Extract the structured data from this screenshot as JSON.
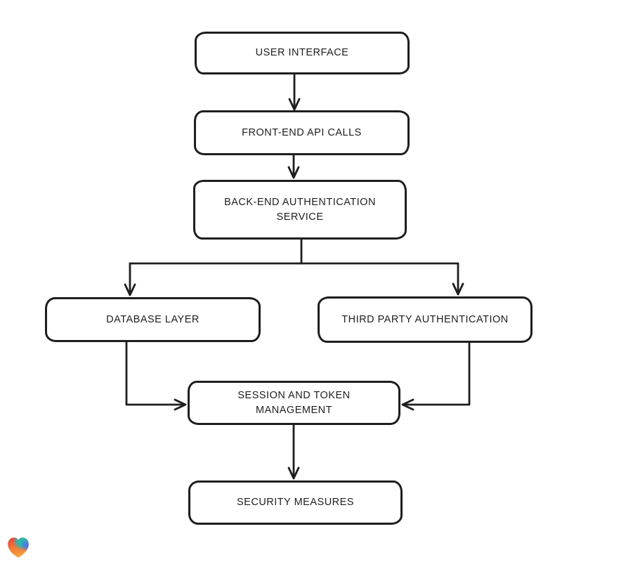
{
  "diagram": {
    "style": {
      "background": "#ffffff",
      "stroke_color": "#1e1e1e",
      "node_fill": "#ffffff"
    },
    "nodes": [
      {
        "id": "user-interface",
        "label": "USER INTERFACE"
      },
      {
        "id": "front-end-api-calls",
        "label": "FRONT-END API CALLS"
      },
      {
        "id": "back-end-auth-service",
        "label": "BACK-END AUTHENTICATION SERVICE"
      },
      {
        "id": "database-layer",
        "label": "DATABASE LAYER"
      },
      {
        "id": "third-party-authentication",
        "label": "THIRD PARTY AUTHENTICATION"
      },
      {
        "id": "session-token-management",
        "label": "SESSION AND TOKEN MANAGEMENT"
      },
      {
        "id": "security-measures",
        "label": "SECURITY MEASURES"
      }
    ],
    "edges": [
      {
        "from": "user-interface",
        "to": "front-end-api-calls"
      },
      {
        "from": "front-end-api-calls",
        "to": "back-end-auth-service"
      },
      {
        "from": "back-end-auth-service",
        "to": "database-layer"
      },
      {
        "from": "back-end-auth-service",
        "to": "third-party-authentication"
      },
      {
        "from": "database-layer",
        "to": "session-token-management"
      },
      {
        "from": "third-party-authentication",
        "to": "session-token-management"
      },
      {
        "from": "session-token-management",
        "to": "security-measures"
      }
    ]
  },
  "logo": {
    "name": "lovable-heart-logo",
    "colors": {
      "red": "#e93d3d",
      "teal": "#1fbdb4",
      "blue": "#4a6cf7",
      "orange": "#f7a23b"
    }
  }
}
